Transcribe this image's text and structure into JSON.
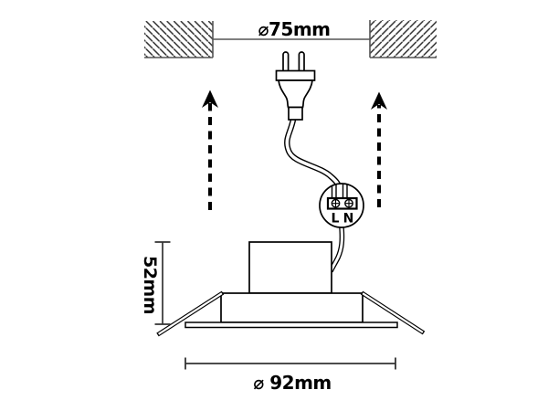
{
  "diagram": {
    "name": "recessed-downlight-installation-diagram",
    "labels": {
      "cutout_diameter": "⌀75mm",
      "fixture_height": "52mm",
      "fixture_diameter": "⌀ 92mm",
      "terminal_live": "L",
      "terminal_neutral": "N"
    },
    "colors": {
      "background": "#ffffff",
      "ink": "#000000",
      "hatch": "#333333",
      "ceiling_border": "#555555",
      "dimension_line": "#444444"
    }
  }
}
